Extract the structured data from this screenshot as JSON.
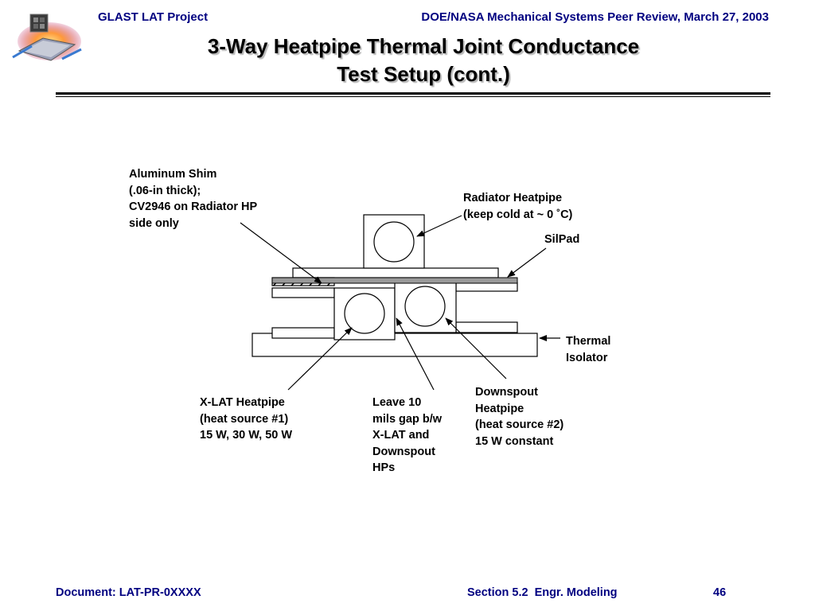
{
  "header": {
    "project": "GLAST LAT Project",
    "review": "DOE/NASA Mechanical Systems Peer Review, March 27, 2003"
  },
  "title": {
    "line1": "3-Way Heatpipe Thermal Joint Conductance",
    "line2": "Test Setup (cont.)"
  },
  "labels": {
    "aluminum_shim": [
      "Aluminum Shim",
      "(.06-in thick);",
      "CV2946 on Radiator HP",
      "side only"
    ],
    "radiator_heatpipe": [
      "Radiator Heatpipe",
      "(keep cold at ~ 0 ˚C)"
    ],
    "silpad": [
      "SilPad"
    ],
    "thermal_isolator": [
      "Thermal",
      "Isolator"
    ],
    "xlat_heatpipe": [
      "X-LAT Heatpipe",
      "(heat source #1)",
      "15 W, 30 W, 50 W"
    ],
    "gap": [
      "Leave 10",
      "mils gap b/w",
      "X-LAT and",
      "Downspout",
      "HPs"
    ],
    "downspout_heatpipe": [
      "Downspout",
      "Heatpipe",
      "(heat source #2)",
      "15 W constant"
    ]
  },
  "footer": {
    "document": "Document: LAT-PR-0XXXX",
    "section": "Section 5.2  Engr. Modeling",
    "page": "46"
  },
  "icons": {
    "logo": "glast-satellite-logo-icon"
  }
}
